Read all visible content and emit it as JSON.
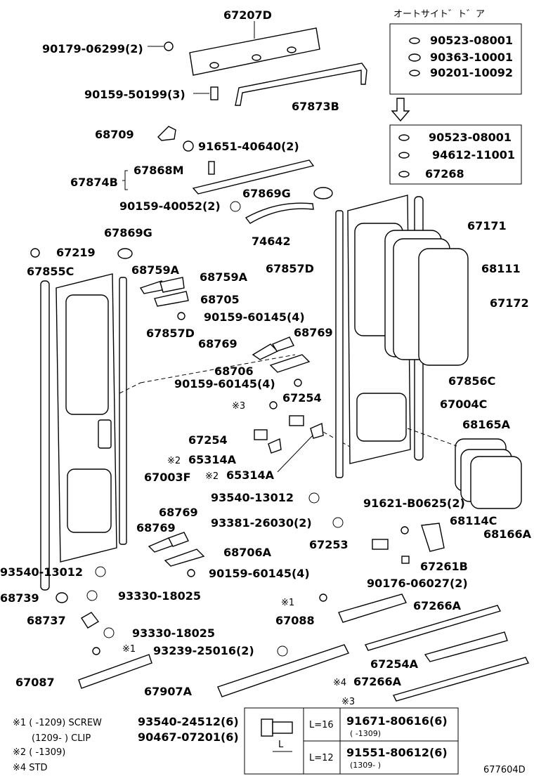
{
  "diagram_id": "677604D",
  "outside_door_heading": "オートサイト゛ト゛ア",
  "outside_kit_top": [
    "90523-08001",
    "90363-10001",
    "90201-10092"
  ],
  "outside_kit_bottom": [
    "90523-08001",
    "94612-11001",
    "67268"
  ],
  "labels": {
    "p67207D": "67207D",
    "p90179": "90179-06299(2)",
    "p90159_50199": "90159-50199(3)",
    "p67873B": "67873B",
    "p68709": "68709",
    "p91651": "91651-40640(2)",
    "p67868M": "67868M",
    "p67874B": "67874B",
    "p67869G_r": "67869G",
    "p90159_40052": "90159-40052(2)",
    "p74642": "74642",
    "p67869G_l": "67869G",
    "p67219": "67219",
    "p67855C": "67855C",
    "p68759A_1": "68759A",
    "p68759A_2": "68759A",
    "p68705": "68705",
    "p90159_60145_a": "90159-60145(4)",
    "p67857D_l": "67857D",
    "p68769_a": "68769",
    "p68769_b": "68769",
    "p68706": "68706",
    "p90159_60145_b": "90159-60145(4)",
    "p67254_a": "67254",
    "p67254_b": "67254",
    "p65314A_a": "65314A",
    "p65314A_b": "65314A",
    "p67003F": "67003F",
    "p93540_13012_a": "93540-13012",
    "p93381": "93381-26030(2)",
    "p68769_c": "68769",
    "p68769_d": "68769",
    "p68706A": "68706A",
    "p90159_60145_c": "90159-60145(4)",
    "p93540_13012_b": "93540-13012",
    "p68739": "68739",
    "p93330_a": "93330-18025",
    "p68737": "68737",
    "p93330_b": "93330-18025",
    "p93239": "93239-25016(2)",
    "p67087": "67087",
    "p67907A": "67907A",
    "p67857D_r": "67857D",
    "p67171": "67171",
    "p68111": "68111",
    "p67172": "67172",
    "p67856C": "67856C",
    "p67004C": "67004C",
    "p68165A": "68165A",
    "p91621": "91621-B0625(2)",
    "p68114C": "68114C",
    "p68166A": "68166A",
    "p67253": "67253",
    "p67261B": "67261B",
    "p90176": "90176-06027(2)",
    "p67088": "67088",
    "p67266A_a": "67266A",
    "p67254A": "67254A",
    "p67266A_b": "67266A",
    "mark3": "※3",
    "mark2a": "※2",
    "mark2b": "※2",
    "mark1a": "※1",
    "mark1b": "※1",
    "mark4": "※4"
  },
  "notes": {
    "n1": "※1 (    -1209) SCREW",
    "n1_part": "93540-24512(6)",
    "n1b": "(1209-    ) CLIP",
    "n1b_part": "90467-07201(6)",
    "n2": "※2 (    -1309)",
    "n4": "※4 STD"
  },
  "box3": {
    "mark": "※3",
    "L": "L",
    "row1_len": "L=16",
    "row1_part": "91671-80616(6)",
    "row1_range": "(    -1309)",
    "row2_len": "L=12",
    "row2_part": "91551-80612(6)",
    "row2_range": "(1309-    )"
  }
}
